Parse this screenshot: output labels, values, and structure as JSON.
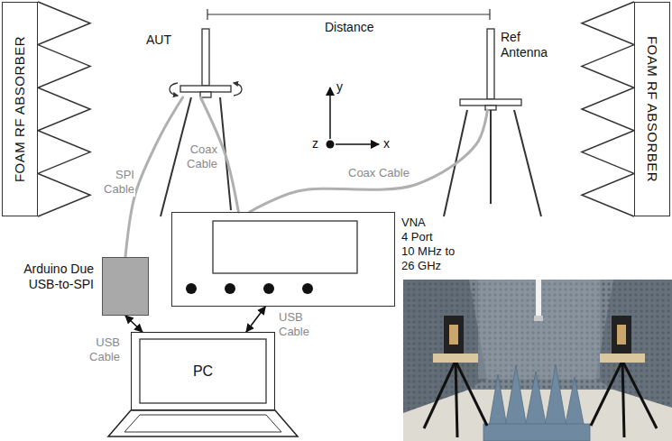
{
  "diagram": {
    "nodes": [
      {
        "text": [
          "FOAM RF ABSORBER"
        ]
      },
      {
        "text": [
          "AUT"
        ]
      },
      {
        "text": [
          "Ref Antenna"
        ]
      },
      {
        "text": [
          "FOAM RF ABSORBER"
        ]
      },
      {
        "text": [
          "Arduino Due USB-to-SPI"
        ]
      },
      {
        "text": [
          "VNA",
          "4 Port",
          "10 MHz to 26 GHz"
        ]
      },
      {
        "text": [
          "PC"
        ]
      }
    ],
    "edges": [
      {
        "from": 4,
        "to": 1,
        "label": "SPI Cable",
        "arrow": "none"
      },
      {
        "from": 5,
        "to": 1,
        "label": "Coax Cable",
        "arrow": "none"
      },
      {
        "from": 5,
        "to": 2,
        "label": "Coax Cable",
        "arrow": "none"
      },
      {
        "from": 4,
        "to": 6,
        "label": "USB Cable",
        "arrow": "both"
      },
      {
        "from": 5,
        "to": 6,
        "label": "USB Cable",
        "arrow": "both"
      }
    ],
    "labels": [
      "Distance",
      "y",
      "z",
      "x"
    ]
  }
}
